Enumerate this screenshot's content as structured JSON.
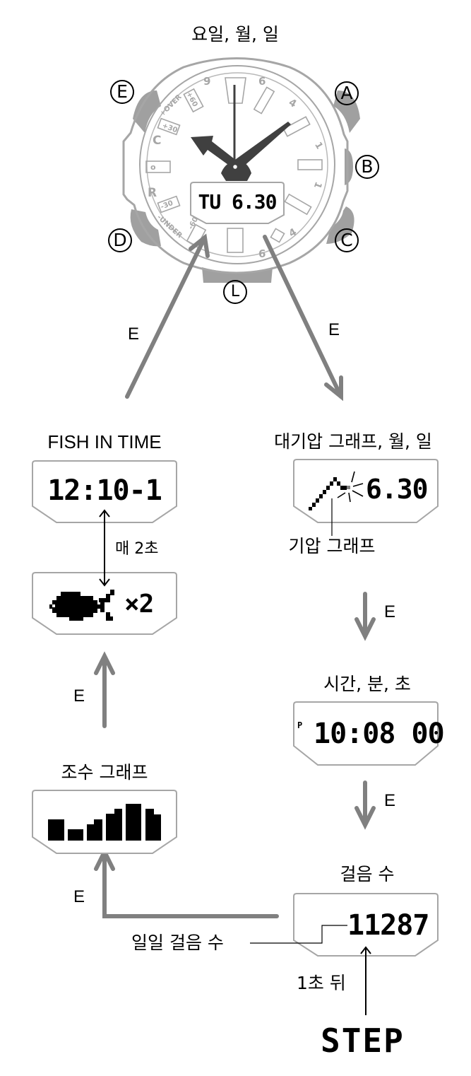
{
  "watch": {
    "title": "요일, 월, 일",
    "lcd": "TU 6.30",
    "buttons": {
      "a": "A",
      "b": "B",
      "c": "C",
      "d": "D",
      "e": "E",
      "l": "L"
    },
    "dial": {
      "top_numbers": [
        "9",
        "6",
        "4",
        "1",
        "1",
        "4",
        "6"
      ],
      "left_marks": [
        "+OVER",
        "+60",
        "+30",
        "C",
        "o",
        "R",
        "-30",
        "-UNDER",
        "-60"
      ]
    }
  },
  "arrows": {
    "left_up_label": "E",
    "right_down_label": "E",
    "baro_to_time_label": "E",
    "time_to_steps_label": "E",
    "steps_to_tide_label": "E",
    "tide_to_fish_label": "E"
  },
  "screens": {
    "fish_in_time": {
      "title": "FISH IN TIME",
      "time": "12:10-1",
      "alternate": "×2",
      "interval_label": "매 2초"
    },
    "barometer": {
      "title": "대기압 그래프, 월, 일",
      "date": "6.30",
      "callout": "기압 그래프"
    },
    "time": {
      "title": "시간, 분, 초",
      "pm_indicator": "P",
      "time": "10:08 00"
    },
    "tide": {
      "title": "조수 그래프",
      "bars": [
        {
          "h1": 30,
          "h2": 23
        },
        {
          "h1": 16,
          "h2": 16
        },
        {
          "h1": 23,
          "h2": 30
        },
        {
          "h1": 37,
          "h2": 44
        },
        {
          "h1": 51,
          "h2": 51
        },
        {
          "h1": 44,
          "h2": 37
        }
      ]
    },
    "steps": {
      "title": "걸음 수",
      "count": "11287",
      "callout": "일일 걸음 수",
      "after_label": "1초 뒤",
      "button_label": "STEP"
    }
  },
  "colors": {
    "arrow_gray": "#808080",
    "outline_gray": "#a6a6a6",
    "hand_dark": "#404040",
    "button_gray": "#a0a0a0"
  }
}
